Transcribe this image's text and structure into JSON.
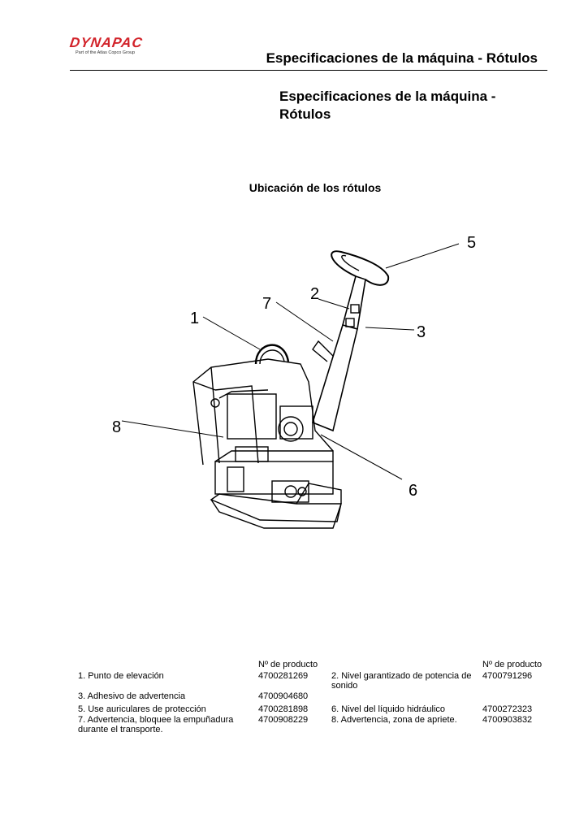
{
  "header": {
    "brand": "DYNAPAC",
    "brand_sub": "Part of the Atlas Copco Group",
    "title": "Especificaciones de la máquina - Rótulos"
  },
  "section": {
    "title_line1": "Especificaciones de la máquina -",
    "title_line2": "Rótulos"
  },
  "figure": {
    "caption": "Ubicación de los rótulos",
    "callouts": [
      "1",
      "2",
      "3",
      "5",
      "6",
      "7",
      "8"
    ]
  },
  "table": {
    "header_left": "Nº de producto",
    "header_right": "Nº de producto",
    "rows": [
      {
        "left_label": "1. Punto de elevación",
        "left_code": "4700281269",
        "right_label": "2. Nivel garantizado de potencia de sonido",
        "right_code": "4700791296"
      },
      {
        "left_label": "3. Adhesivo de advertencia",
        "left_code": "4700904680",
        "right_label": "",
        "right_code": ""
      },
      {
        "left_label": "5. Use auriculares de protección",
        "left_code": "4700281898",
        "right_label": "6. Nivel del líquido hidráulico",
        "right_code": "4700272323"
      },
      {
        "left_label": "7. Advertencia, bloquee la empuñadura durante el transporte.",
        "left_code": "4700908229",
        "right_label": "8. Advertencia, zona de apriete.",
        "right_code": "4700903832"
      }
    ]
  },
  "colors": {
    "brand_red": "#d2232a"
  }
}
